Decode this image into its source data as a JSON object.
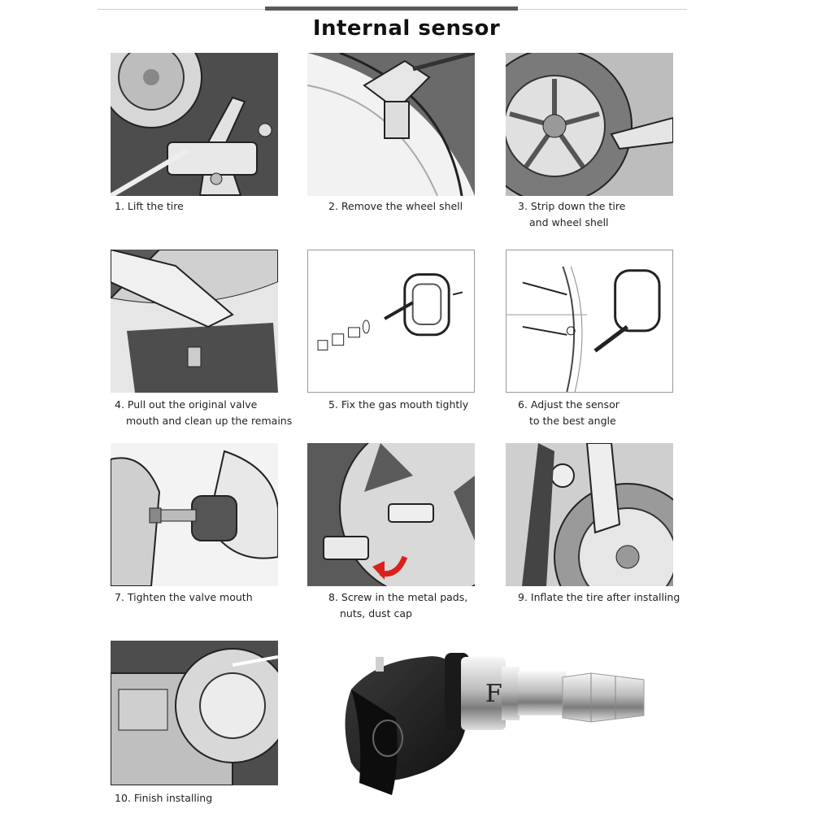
{
  "title": "Internal sensor",
  "steps": [
    {
      "line1": "1. Lift the tire",
      "line2": ""
    },
    {
      "line1": "2. Remove the wheel shell",
      "line2": ""
    },
    {
      "line1": "3. Strip down the tire",
      "line2": "and wheel shell"
    },
    {
      "line1": "4. Pull out the original valve",
      "line2": "mouth and clean up the remains"
    },
    {
      "line1": "5. Fix the gas mouth tightly",
      "line2": ""
    },
    {
      "line1": "6. Adjust the sensor",
      "line2": "to the best angle"
    },
    {
      "line1": "7. Tighten the valve mouth",
      "line2": ""
    },
    {
      "line1": "8. Screw in the metal pads,",
      "line2": "nuts, dust cap"
    },
    {
      "line1": "9. Inflate the tire after installing",
      "line2": ""
    },
    {
      "line1": "10. Finish installing",
      "line2": ""
    }
  ],
  "sensor_marking": "F",
  "colors": {
    "panel_dark": "#4d4d4d",
    "panel_mid": "#9a9a9a",
    "panel_light": "#e9e9e9",
    "accent_arrow": "#d8231c"
  }
}
